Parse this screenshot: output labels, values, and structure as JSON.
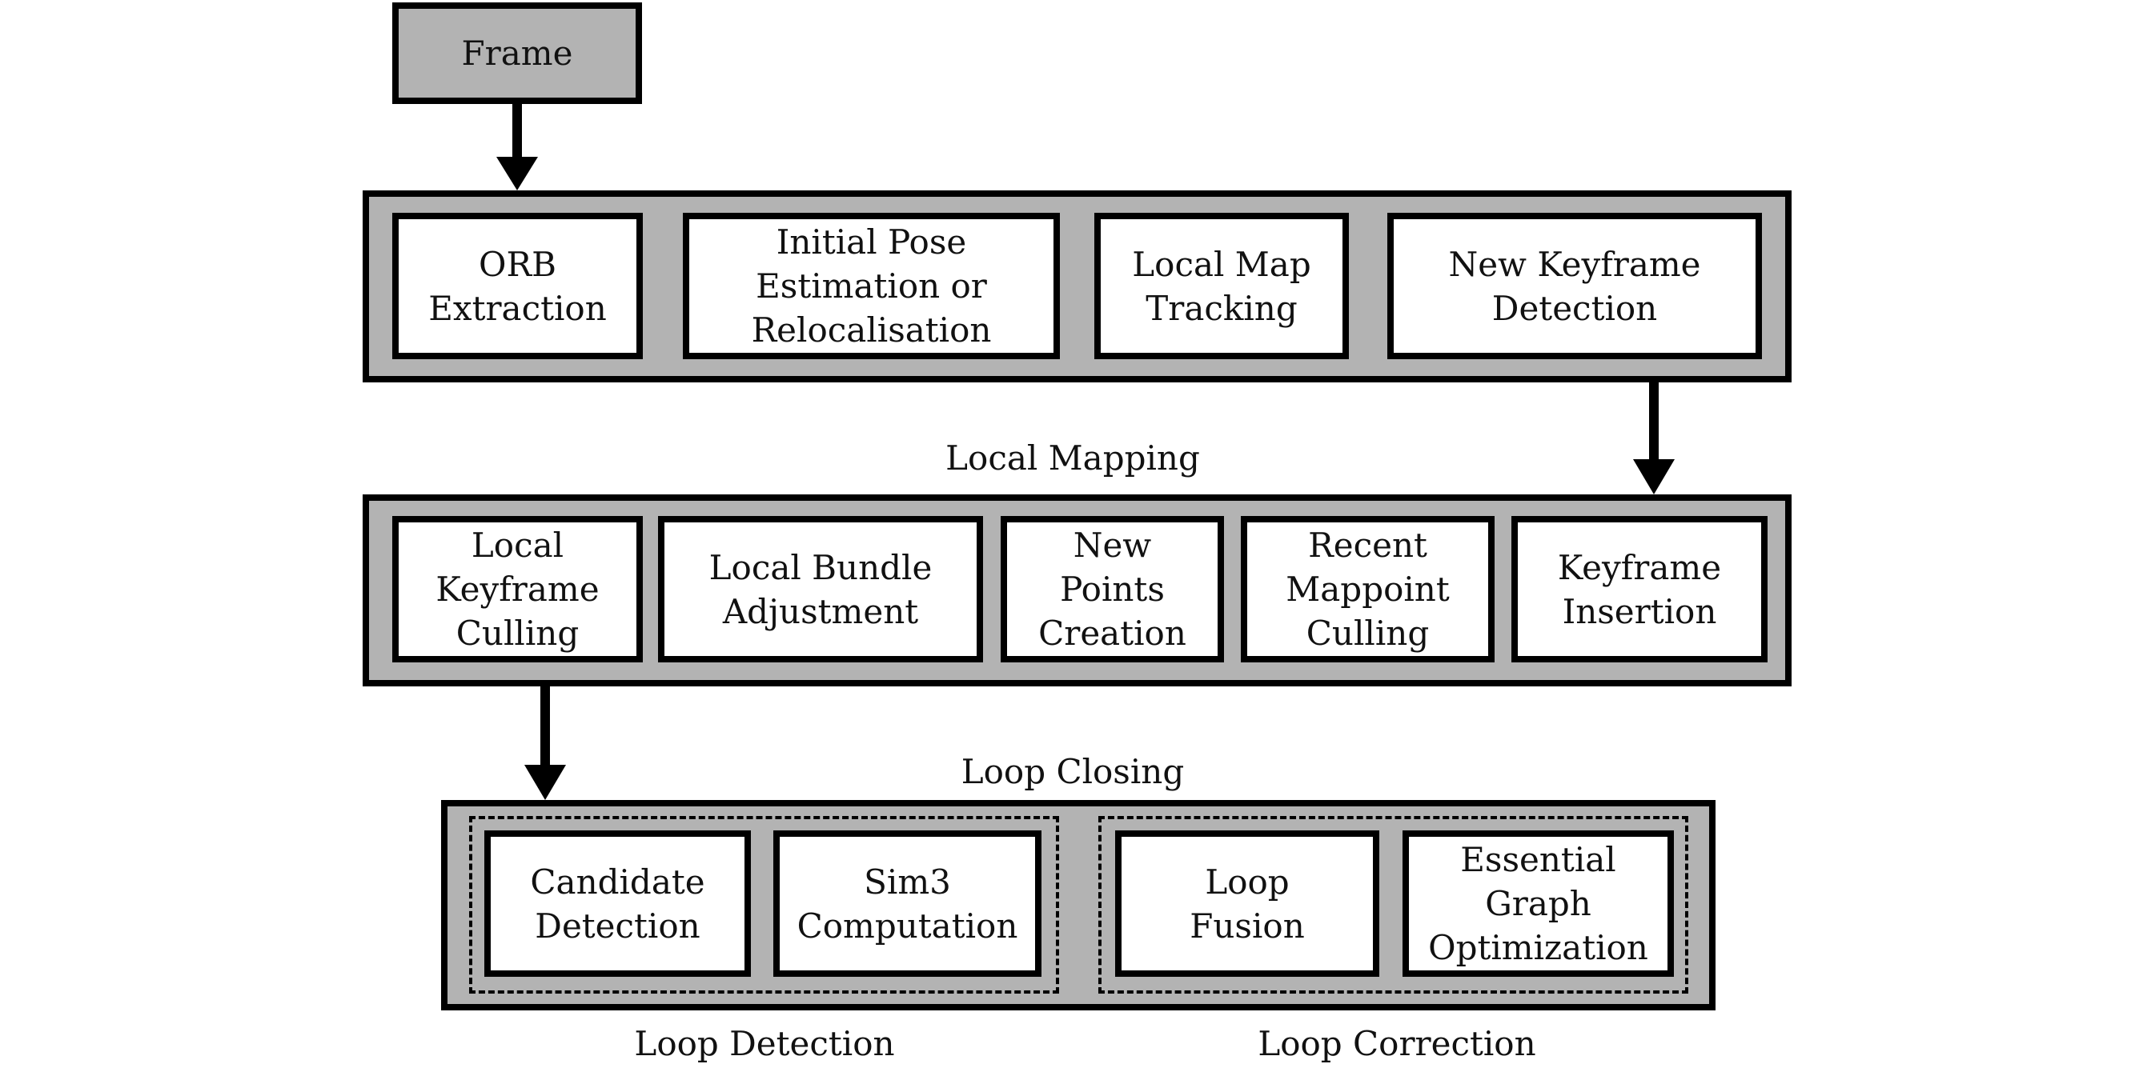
{
  "frame": {
    "label": "Frame"
  },
  "tracking": {
    "steps": [
      "ORB\nExtraction",
      "Initial Pose\nEstimation or\nRelocalisation",
      "Local Map\nTracking",
      "New Keyframe\nDetection"
    ]
  },
  "local_mapping": {
    "title": "Local Mapping",
    "steps": [
      "Local\nKeyframe\nCulling",
      "Local Bundle\nAdjustment",
      "New\nPoints\nCreation",
      "Recent\nMappoint\nCulling",
      "Keyframe\nInsertion"
    ]
  },
  "loop_closing": {
    "title": "Loop Closing",
    "loop_detection": {
      "label": "Loop Detection",
      "steps": [
        "Candidate\nDetection",
        "Sim3\nComputation"
      ]
    },
    "loop_correction": {
      "label": "Loop Correction",
      "steps": [
        "Loop\nFusion",
        "Essential\nGraph\nOptimization"
      ]
    }
  }
}
